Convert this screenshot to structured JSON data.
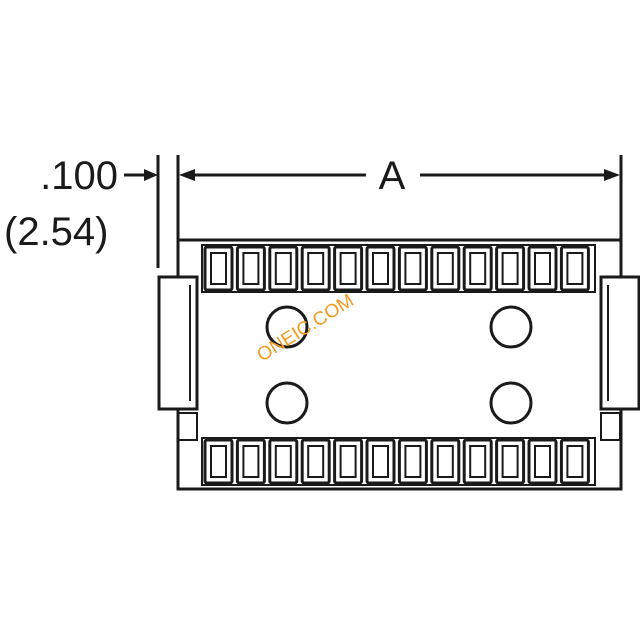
{
  "dimensions": {
    "pitch_inch": ".100",
    "pitch_mm": "(2.54)",
    "length_label": "A"
  },
  "watermark": {
    "text": "ONEIC.COM",
    "color": "#f39a1c"
  },
  "connector": {
    "contacts_per_row": 12,
    "rows": 2,
    "mounting_holes": 4
  },
  "colors": {
    "line": "#1a1a1a",
    "background": "#ffffff"
  }
}
